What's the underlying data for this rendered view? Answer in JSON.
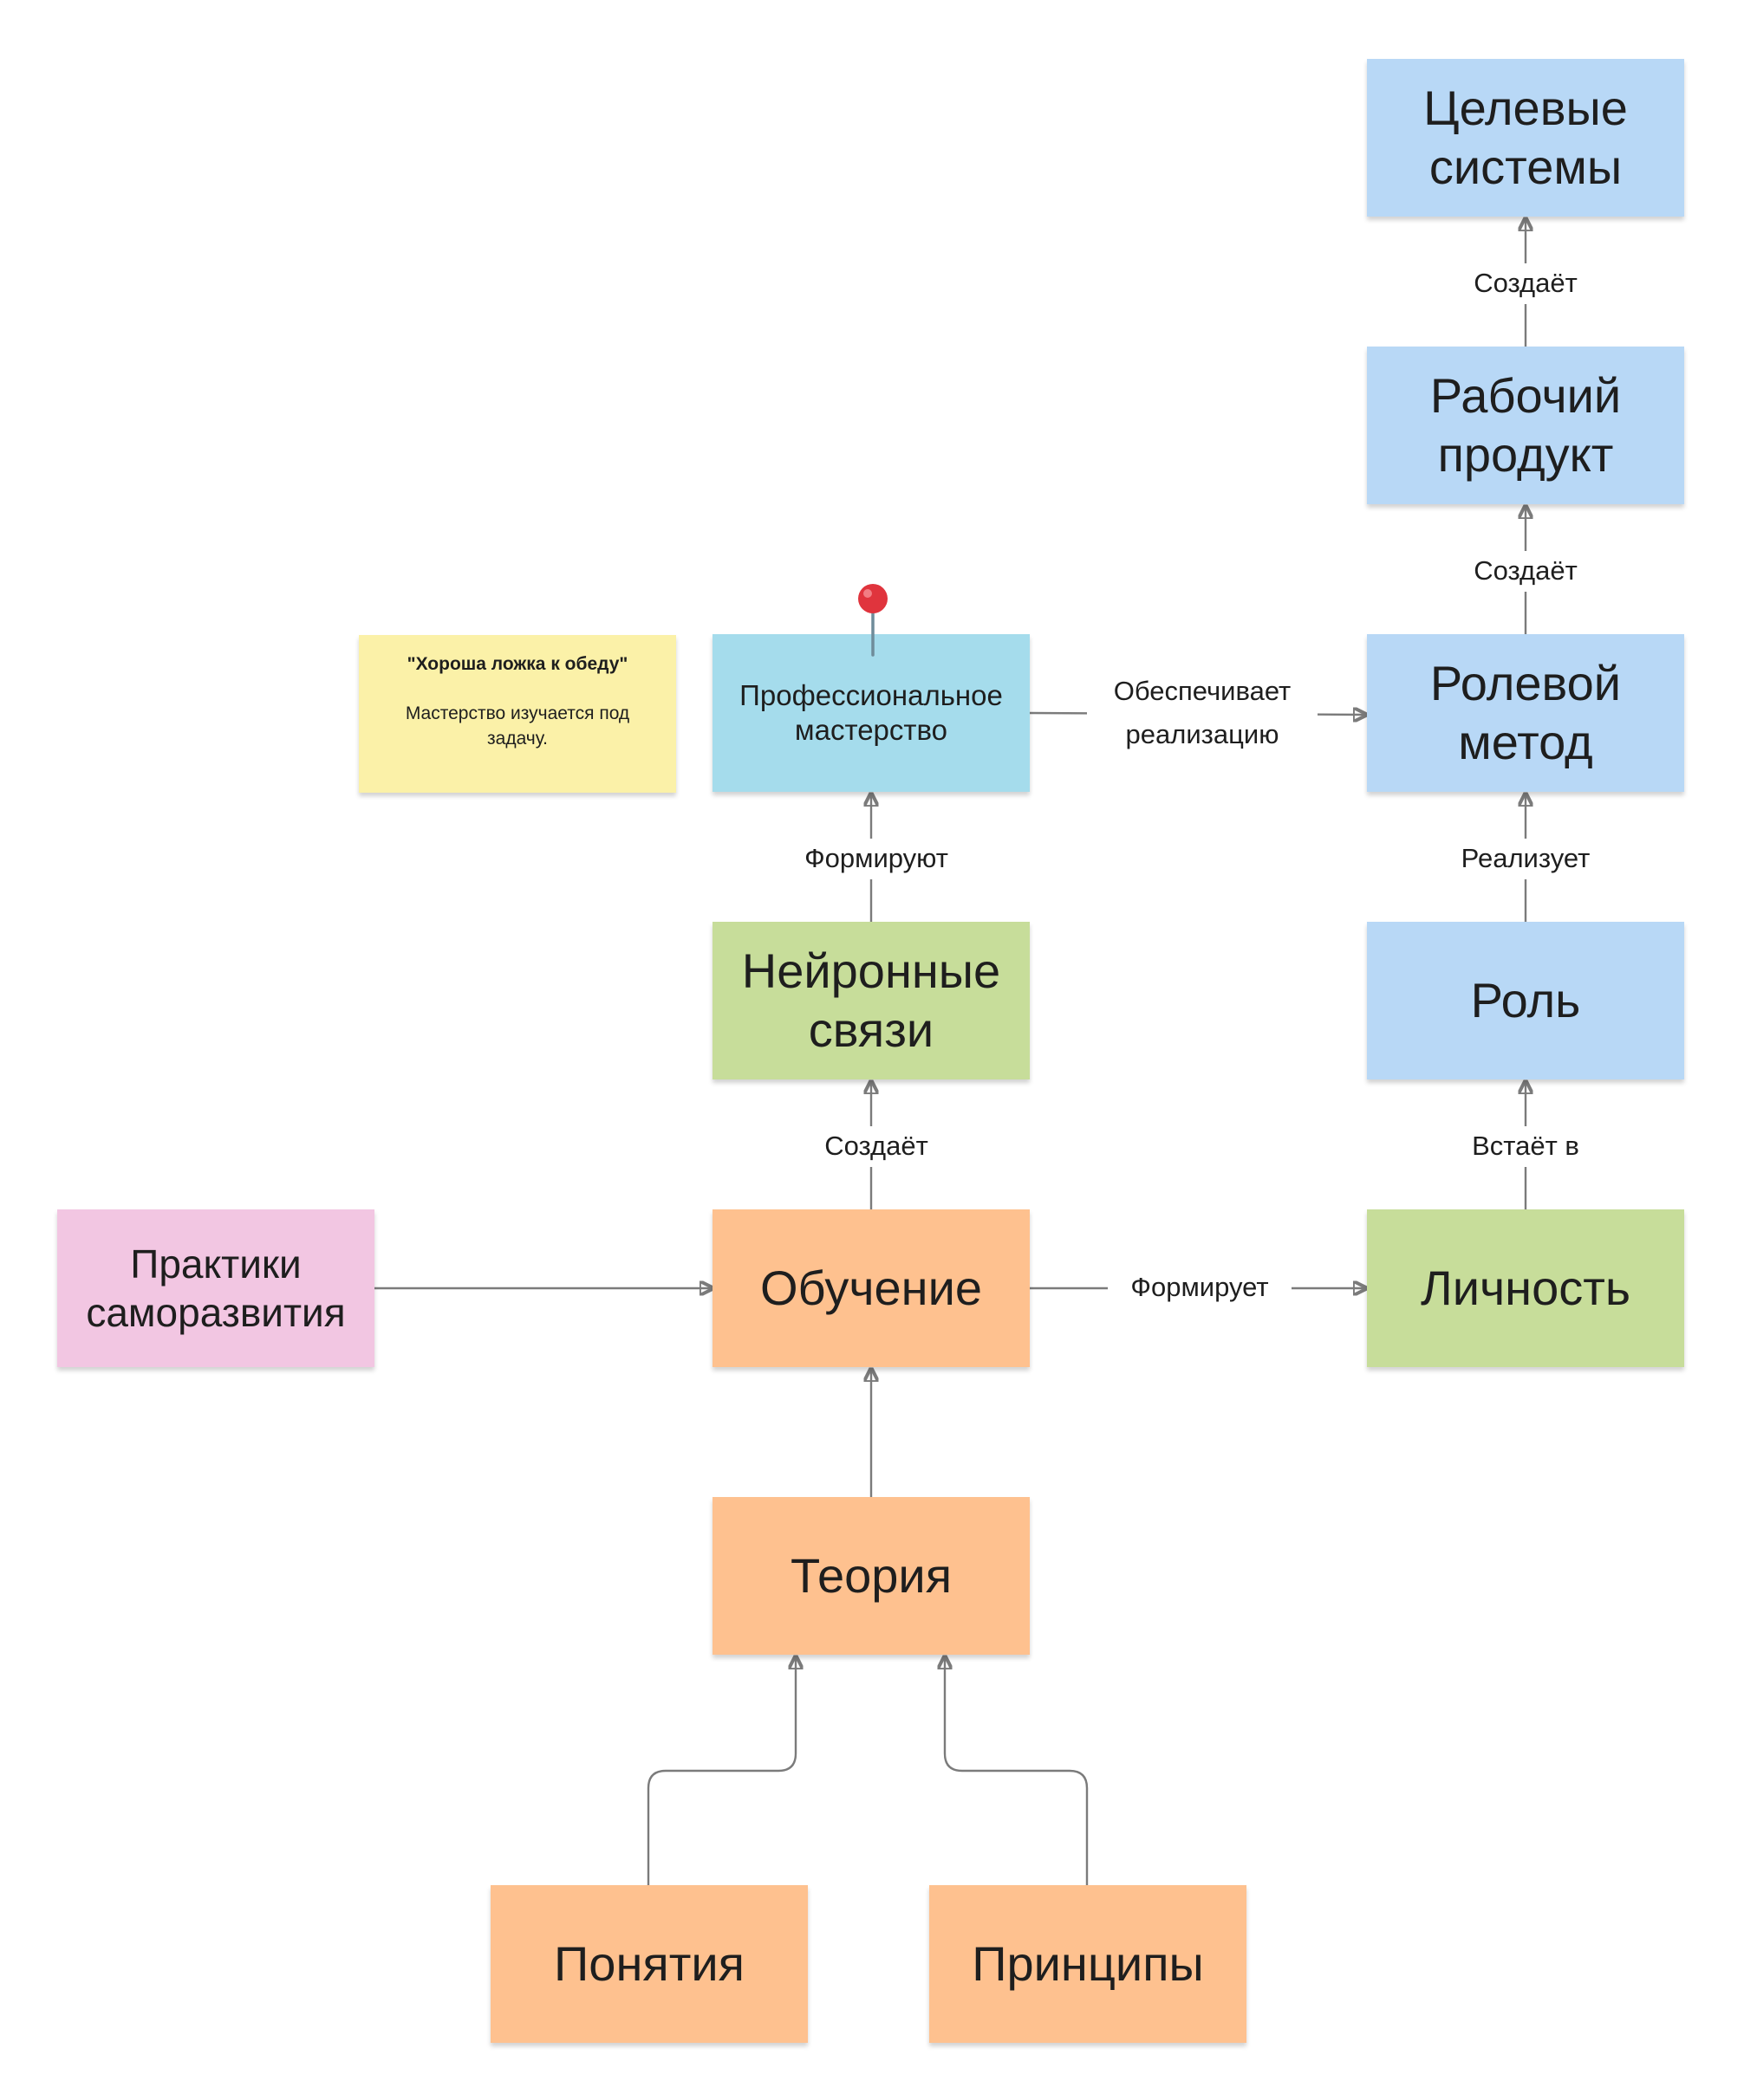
{
  "nodes": {
    "target_systems": "Целевые\nсистемы",
    "work_product": "Рабочий\nпродукт",
    "role_method": "Ролевой\nметод",
    "role": "Роль",
    "personality": "Личность",
    "professional_mastery": "Профессиональное\nмастерство",
    "neural_connections": "Нейронные\nсвязи",
    "learning": "Обучение",
    "self_development": "Практики\nсаморазвития",
    "theory": "Теория",
    "concepts": "Понятия",
    "principles": "Принципы"
  },
  "edges": {
    "work_product_to_target": "Создаёт",
    "role_method_to_product": "Создаёт",
    "mastery_to_role_method": "Обеспечивает\nреализацию",
    "role_to_role_method": "Реализует",
    "personality_to_role": "Встаёт в",
    "neural_to_mastery": "Формируют",
    "learning_to_neural": "Создаёт",
    "learning_to_personality": "Формирует"
  },
  "note": {
    "title": "\"Хороша ложка к обеду\"",
    "body": "Мастерство изучается под задачу."
  },
  "colors": {
    "blue": "#b8d8f6",
    "cyan": "#a5dcec",
    "green": "#c7dd9a",
    "orange": "#fec18f",
    "pink": "#f2c6e2",
    "yellow": "#fbf1a8",
    "connector": "#7b7b7b"
  },
  "icons": {
    "pin": "map-pin-icon"
  }
}
